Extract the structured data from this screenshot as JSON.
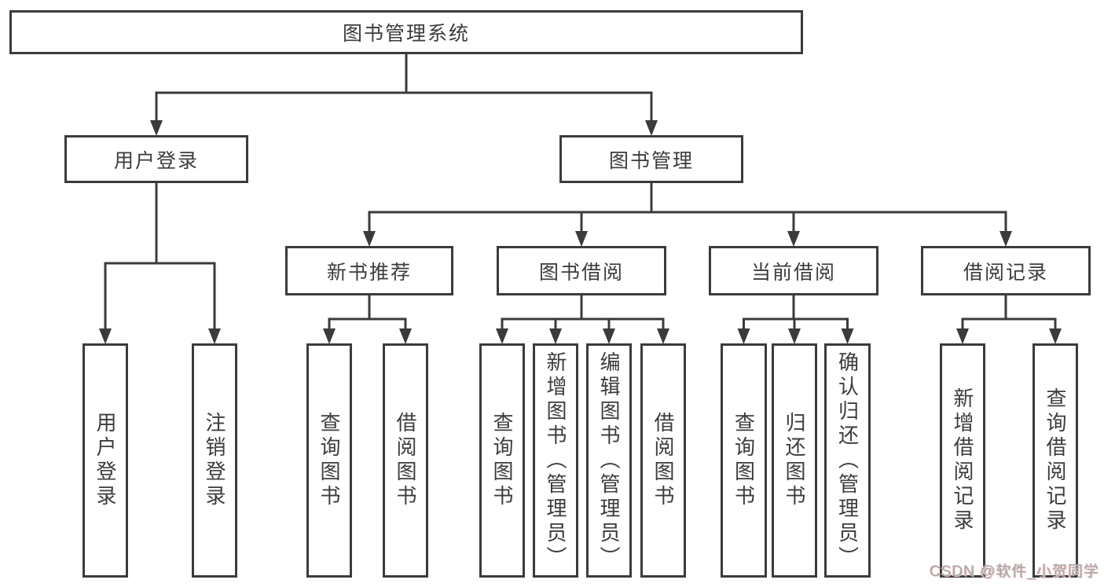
{
  "colors": {
    "line": "#3b3b3b",
    "text": "#3c3c3c",
    "background": "#ffffff",
    "watermark_text": "#a6a6a6",
    "watermark_shadow": "#ecc3c3"
  },
  "watermark": {
    "text": "CSDN @软件_小贺同学"
  },
  "diagram": {
    "tree": {
      "id": "root",
      "label": "图书管理系统",
      "children": [
        {
          "id": "user-login",
          "label": "用户登录",
          "children": [
            {
              "id": "leaf-user-login",
              "label": "用户登录"
            },
            {
              "id": "leaf-logout",
              "label": "注销登录"
            }
          ]
        },
        {
          "id": "book-mgmt",
          "label": "图书管理",
          "children": [
            {
              "id": "new-book-rec",
              "label": "新书推荐",
              "children": [
                {
                  "id": "leaf-query-books-1",
                  "label": "查询图书"
                },
                {
                  "id": "leaf-borrow-books-1",
                  "label": "借阅图书"
                }
              ]
            },
            {
              "id": "book-borrow",
              "label": "图书借阅",
              "children": [
                {
                  "id": "leaf-query-books-2",
                  "label": "查询图书"
                },
                {
                  "id": "leaf-add-books",
                  "label": "新增图书（管理员）"
                },
                {
                  "id": "leaf-edit-books",
                  "label": "编辑图书（管理员）"
                },
                {
                  "id": "leaf-borrow-books-2",
                  "label": "借阅图书"
                }
              ]
            },
            {
              "id": "current-borrow",
              "label": "当前借阅",
              "children": [
                {
                  "id": "leaf-query-books-3",
                  "label": "查询图书"
                },
                {
                  "id": "leaf-return-books",
                  "label": "归还图书"
                },
                {
                  "id": "leaf-confirm-return",
                  "label": "确认归还（管理员）"
                }
              ]
            },
            {
              "id": "borrow-records",
              "label": "借阅记录",
              "children": [
                {
                  "id": "leaf-add-borrow-record",
                  "label": "新增借阅记录"
                },
                {
                  "id": "leaf-query-borrow-record",
                  "label": "查询借阅记录"
                }
              ]
            }
          ]
        }
      ]
    }
  }
}
